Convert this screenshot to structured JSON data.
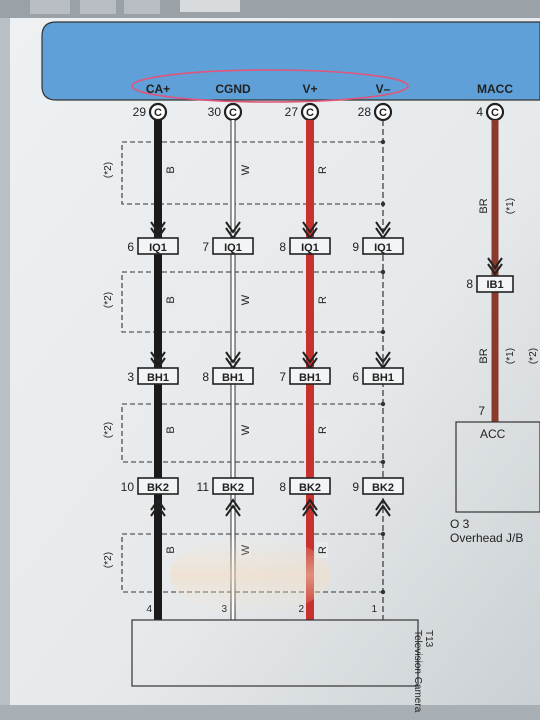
{
  "header": {
    "pins": [
      {
        "label": "CA+",
        "number": "29",
        "code": "C"
      },
      {
        "label": "CGND",
        "number": "30",
        "code": "C"
      },
      {
        "label": "V+",
        "number": "27",
        "code": "C"
      },
      {
        "label": "V–",
        "number": "28",
        "code": "C"
      },
      {
        "label": "MACC",
        "number": "4",
        "code": "C"
      }
    ]
  },
  "wires": [
    {
      "id": "ca-plus",
      "color_code": "B",
      "stroke": "#1a1a1a"
    },
    {
      "id": "cgnd",
      "color_code": "W",
      "stroke": "#ffffff"
    },
    {
      "id": "v-plus",
      "color_code": "R",
      "stroke": "#c8322c"
    },
    {
      "id": "v-minus",
      "shield": true
    }
  ],
  "shield_note": "(*2)",
  "connectors": [
    {
      "code": "IQ1",
      "pins": [
        "6",
        "7",
        "8",
        "9"
      ]
    },
    {
      "code": "BH1",
      "pins": [
        "3",
        "8",
        "7",
        "6"
      ]
    },
    {
      "code": "BK2",
      "pins": [
        "10",
        "11",
        "8",
        "9"
      ]
    }
  ],
  "bottom_pins": [
    "4",
    "3",
    "2",
    "1"
  ],
  "component": {
    "code": "T13",
    "name": "Television Camera"
  },
  "macc": {
    "wire_color": "BR",
    "note": "(*1)",
    "connector": {
      "code": "IB1",
      "pin": "8"
    },
    "terminal_pin": "7",
    "terminal_label": "ACC",
    "component_code": "O 3",
    "component_name": "Overhead J/B",
    "right_note": "(*2)"
  },
  "colors": {
    "header_blue": "#5fa0d8",
    "paper": "#e9ecee",
    "macc_wire": "#8a3a2c"
  }
}
